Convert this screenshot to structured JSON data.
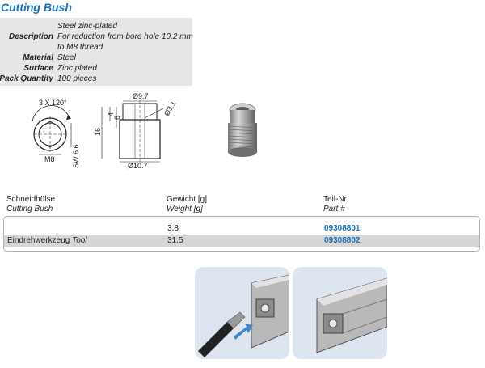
{
  "title": "Cutting Bush",
  "specs": {
    "lead_line": "Steel zinc-plated",
    "description_label": "Description",
    "description_line1": "For reduction from bore hole 10.2 mm",
    "description_line2": "to M8 thread",
    "material_label": "Material",
    "material_value": "Steel",
    "surface_label": "Surface",
    "surface_value": "Zinc plated",
    "pack_label": "Pack Quantity",
    "pack_value": "100 pieces"
  },
  "drawing": {
    "angle_label": "3 X 120°",
    "thread_label": "M8",
    "wrench_label": "SW 6.6",
    "dia_top": "Ø9.7",
    "dia_hole": "Ø3.1",
    "dia_bottom": "Ø10.7",
    "height": "16",
    "dim_4": "4",
    "dim_6": "6"
  },
  "table": {
    "headers": [
      {
        "de": "Schneidhülse",
        "en": "Cutting Bush"
      },
      {
        "de": "Gewicht [g]",
        "en": "Weight [g]"
      },
      {
        "de": "Teil-Nr.",
        "en": "Part #"
      }
    ],
    "rows": [
      {
        "name_de": "",
        "name_en": "",
        "weight": "3.8",
        "part": "09308801"
      },
      {
        "name_de": "Eindrehwerkzeug",
        "name_en": "Tool",
        "weight": "31.5",
        "part": "09308802"
      }
    ]
  },
  "colors": {
    "title_blue": "#1a6fb5",
    "spec_bg": "#e6e6e6",
    "row_alt": "#d6d6d6",
    "panel_bg": "#dde6f0"
  }
}
